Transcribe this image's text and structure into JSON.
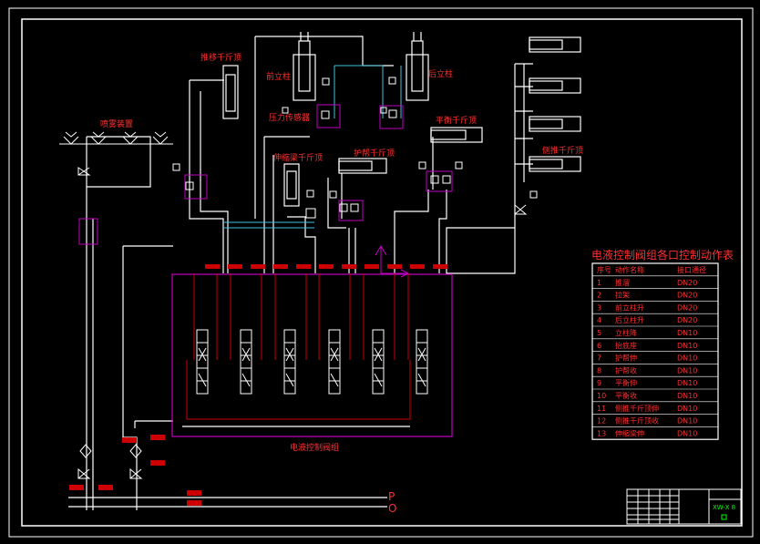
{
  "labels": {
    "push_jack": "推移千斤顶",
    "spray": "喷雾装置",
    "front_column": "前立柱",
    "rear_column": "后立柱",
    "pressure_gauge": "压力传感器",
    "balance_jack": "平衡千斤顶",
    "side_push_jack": "侧推千斤顶",
    "guard_jack": "护帮千斤顶",
    "extension_jack": "伸缩梁千斤顶",
    "valve_group": "电液控制阀组",
    "p_line": "P",
    "o_line": "O"
  },
  "table": {
    "title": "电液控制阀组各口控制动作表",
    "headers": [
      "序号",
      "动作名称",
      "接口通径"
    ],
    "rows": [
      [
        "1",
        "推溜",
        "DN20"
      ],
      [
        "2",
        "拉架",
        "DN20"
      ],
      [
        "3",
        "前立柱升",
        "DN20"
      ],
      [
        "4",
        "后立柱升",
        "DN20"
      ],
      [
        "5",
        "立柱降",
        "DN10"
      ],
      [
        "6",
        "抬底座",
        "DN10"
      ],
      [
        "7",
        "护帮伸",
        "DN10"
      ],
      [
        "8",
        "护帮收",
        "DN10"
      ],
      [
        "9",
        "平衡伸",
        "DN10"
      ],
      [
        "10",
        "平衡收",
        "DN10"
      ],
      [
        "11",
        "侧推千斤顶伸",
        "DN10"
      ],
      [
        "12",
        "侧推千斤顶收",
        "DN10"
      ],
      [
        "13",
        "伸缩梁伸",
        "DN10"
      ]
    ]
  },
  "title_block": {
    "drawing_no": "XW-X 8"
  },
  "colors": {
    "background": "#000000",
    "line": "#ffffff",
    "label": "#ff3030",
    "valve_box": "#c000c0",
    "cyan_line": "#40c0e0",
    "green": "#00ff00"
  }
}
